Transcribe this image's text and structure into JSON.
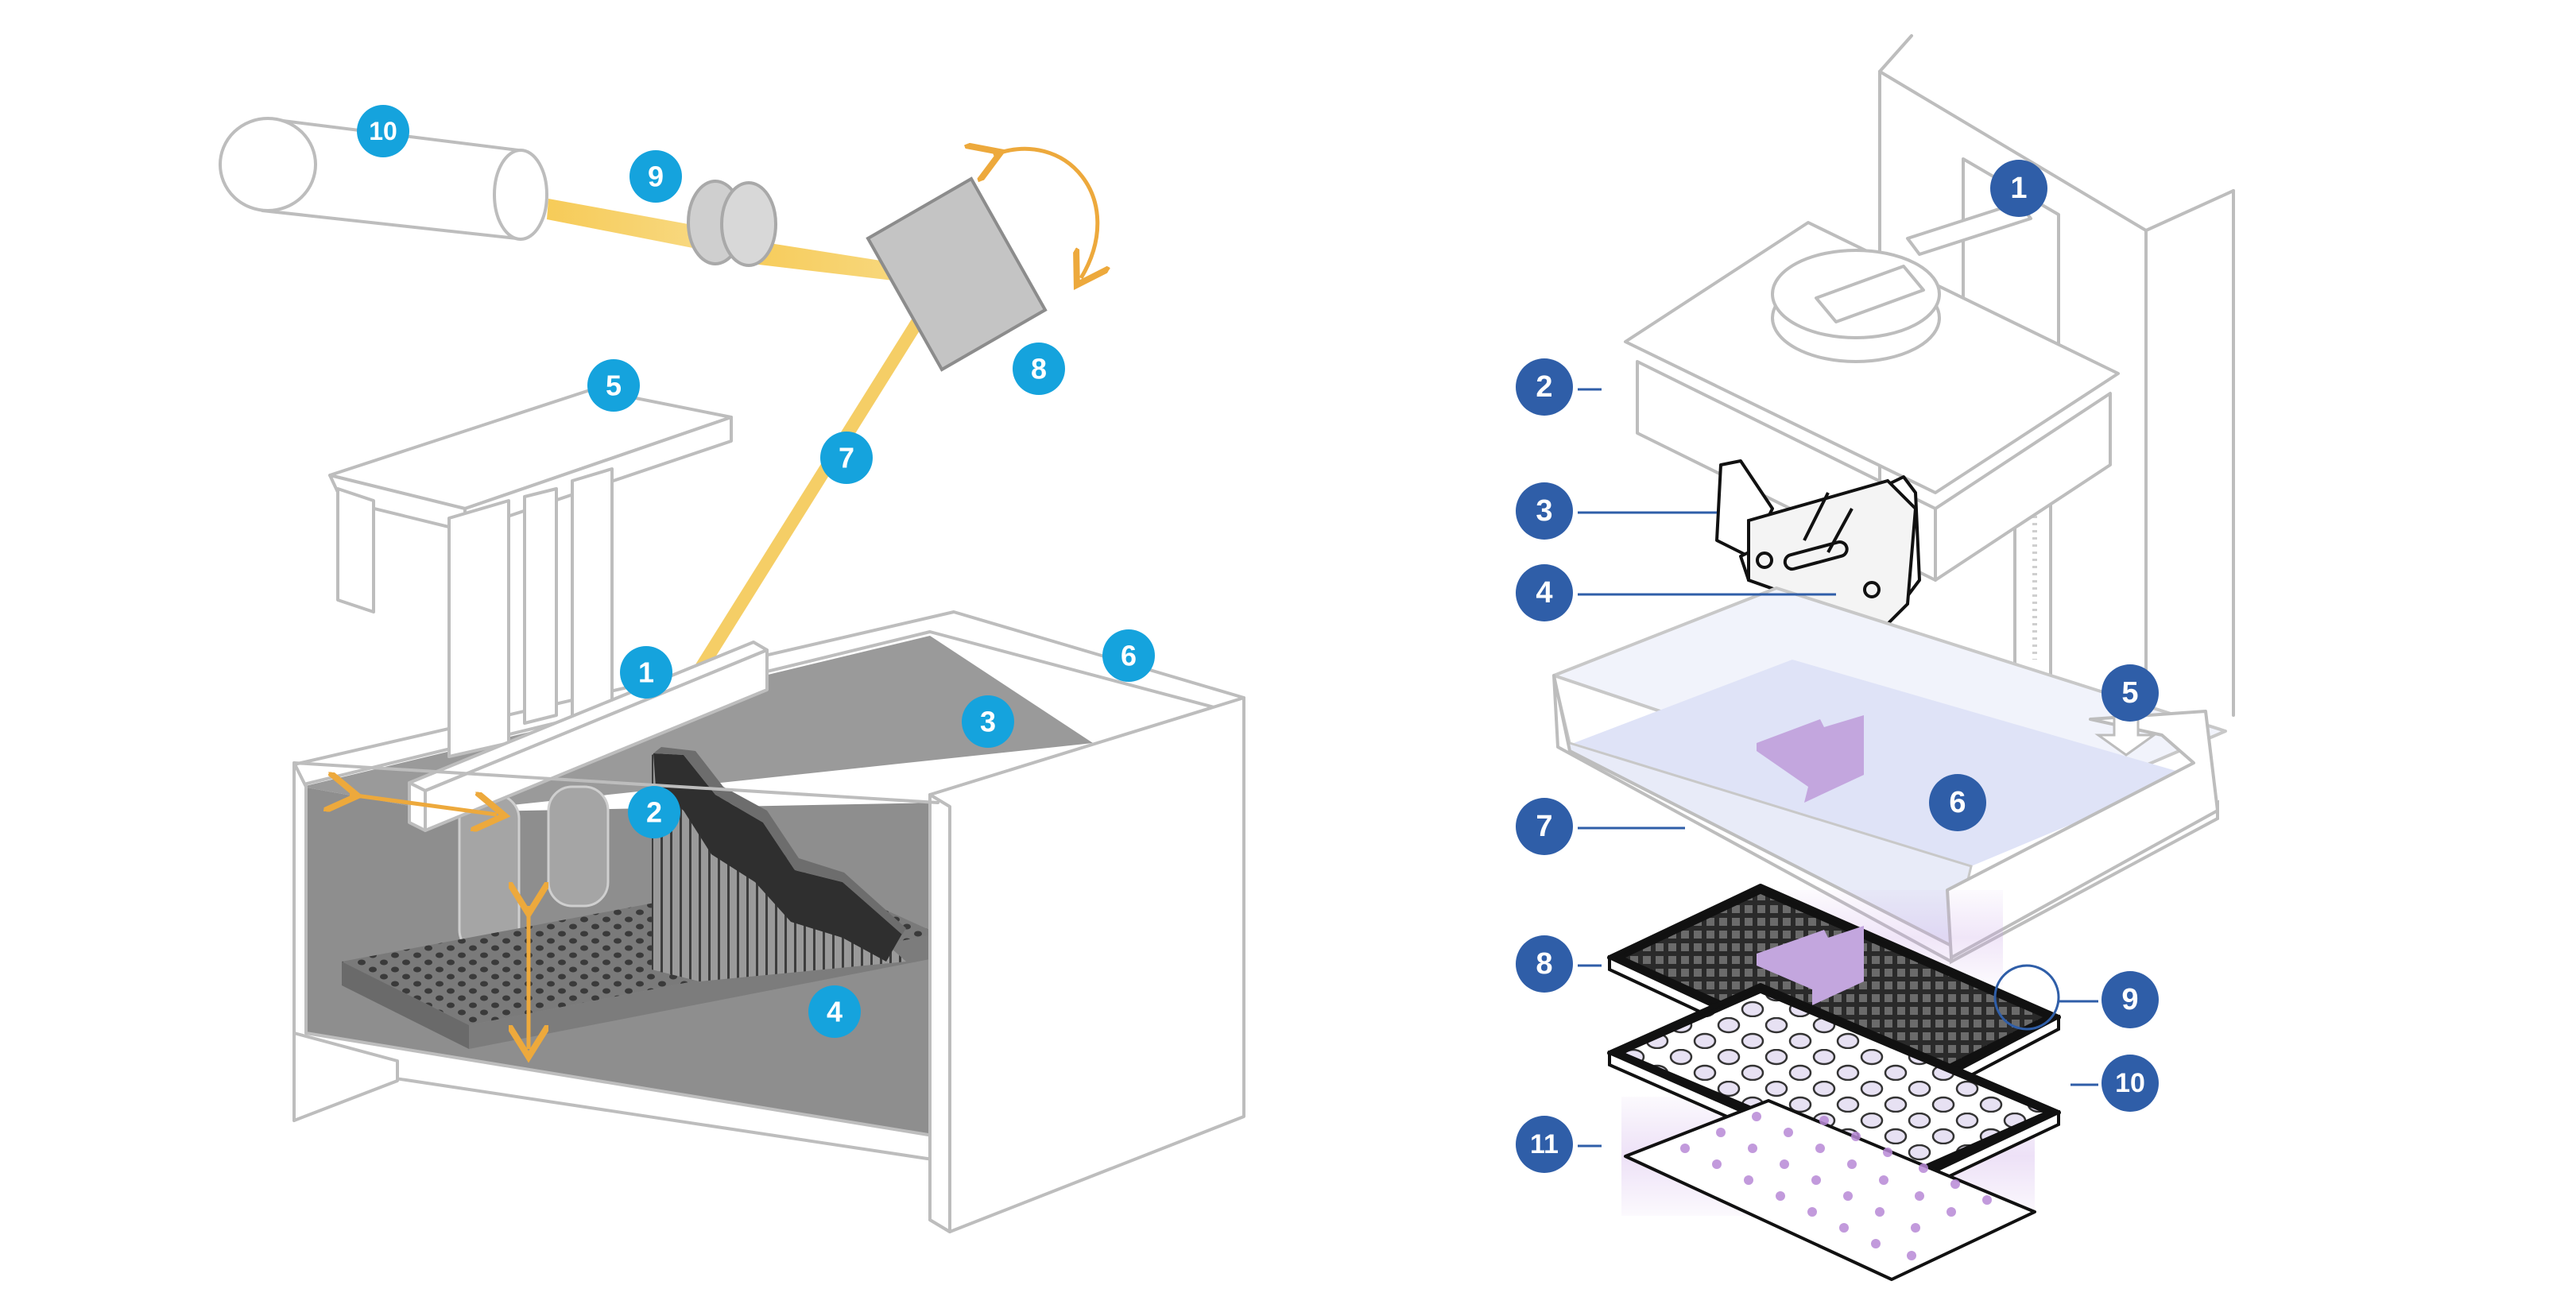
{
  "diagram": {
    "colors": {
      "sla_badge": "#15a3dd",
      "msla_badge": "#2f5ea8",
      "laser_beam": "#f5c23b",
      "motion_arrow": "#eda93c",
      "resin_dark": "#8e8e8e",
      "resin_tank_tint": "#dfe3f7",
      "uv_glow": "#c9a4e6",
      "outline": "#bdbdbd"
    },
    "sla": {
      "labels": [
        "1",
        "2",
        "3",
        "4",
        "5",
        "6",
        "7",
        "8",
        "9",
        "10"
      ]
    },
    "msla": {
      "labels": [
        "1",
        "2",
        "3",
        "4",
        "5",
        "6",
        "7",
        "8",
        "9",
        "10",
        "11"
      ]
    }
  }
}
